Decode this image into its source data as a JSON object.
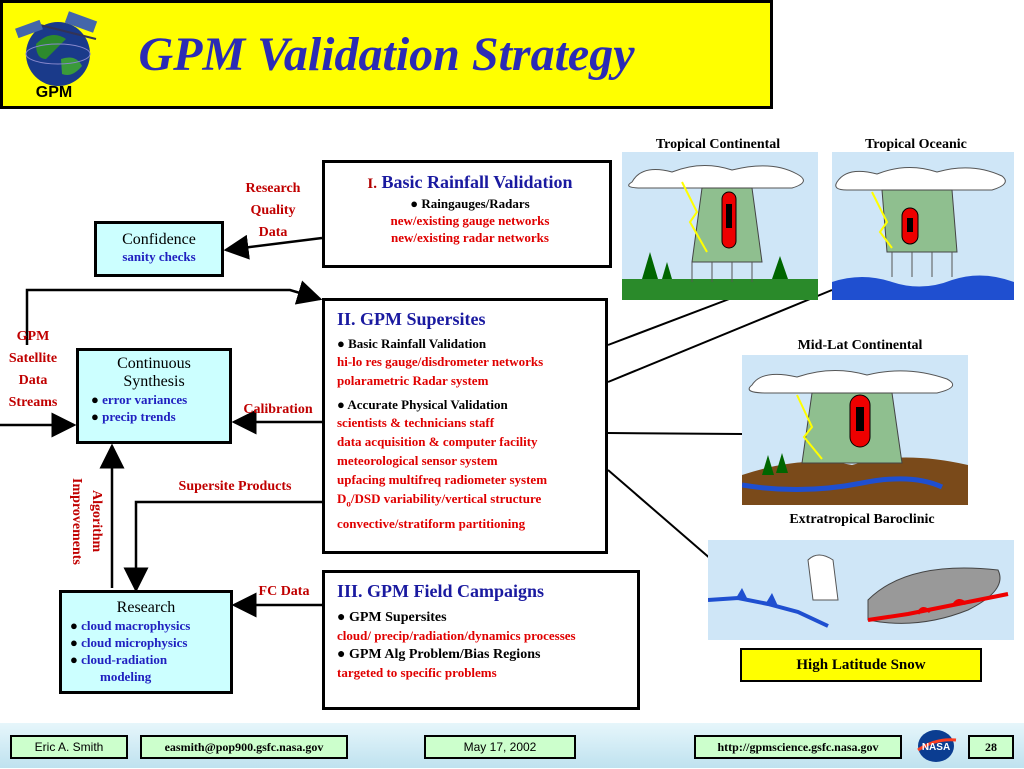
{
  "title": "GPM Validation Strategy",
  "logo_text": "GPM",
  "left_labels": {
    "rqd": [
      "Research",
      "Quality",
      "Data"
    ],
    "gpm_streams": [
      "GPM",
      "Satellite",
      "Data",
      "Streams"
    ],
    "calibration": "Calibration",
    "supersite_products": "Supersite Products",
    "fc_data": "FC Data",
    "algorithm_improvements": [
      "Algorithm",
      "Improvements"
    ]
  },
  "confidence": {
    "title": "Confidence",
    "subtitle": "sanity checks"
  },
  "continuous": {
    "title_line1": "Continuous",
    "title_line2": "Synthesis",
    "items": [
      "error variances",
      "precip trends"
    ]
  },
  "research": {
    "title": "Research",
    "items": [
      "cloud macrophysics",
      "cloud microphysics",
      "cloud-radiation",
      "modeling"
    ]
  },
  "box1": {
    "numeral": "I.",
    "title": "Basic Rainfall Validation",
    "bullet": "Raingauges/Radars",
    "lines": [
      "new/existing gauge networks",
      "new/existing radar networks"
    ]
  },
  "box2": {
    "title": "II. GPM Supersites",
    "bullet1": "Basic Rainfall Validation",
    "lines1": [
      "hi-lo res gauge/disdrometer networks",
      "polarametric Radar system"
    ],
    "bullet2": "Accurate Physical Validation",
    "lines2": [
      "scientists & technicians staff",
      "data acquisition & computer facility",
      "meteorological sensor system",
      "upfacing multifreq radiometer system"
    ],
    "dsd_prefix": "D",
    "dsd_sub": "o",
    "dsd_rest": "/DSD variability/vertical structure",
    "line_last": "convective/stratiform partitioning"
  },
  "box3": {
    "title": "III. GPM Field Campaigns",
    "bullet1": "GPM Supersites",
    "line1": "cloud/ precip/radiation/dynamics  processes",
    "bullet2": "GPM Alg Problem/Bias Regions",
    "line2": "targeted to specific problems"
  },
  "pictures": {
    "tropical_continental": "Tropical Continental",
    "tropical_oceanic": "Tropical Oceanic",
    "midlat": "Mid-Lat Continental",
    "extratropical": "Extratropical Baroclinic",
    "high_lat": "High Latitude Snow"
  },
  "footer": {
    "author": "Eric A. Smith",
    "email": "easmith@pop900.gsfc.nasa.gov",
    "date": "May 17, 2002",
    "url": "http://gpmscience.gsfc.nasa.gov",
    "page": "28",
    "nasa": "NASA"
  },
  "colors": {
    "title_bg": "#ffff00",
    "title_text": "#2b2bb5",
    "box_cyan": "#ccffff",
    "red_text": "#e00000",
    "blue_text": "#2020c0"
  }
}
